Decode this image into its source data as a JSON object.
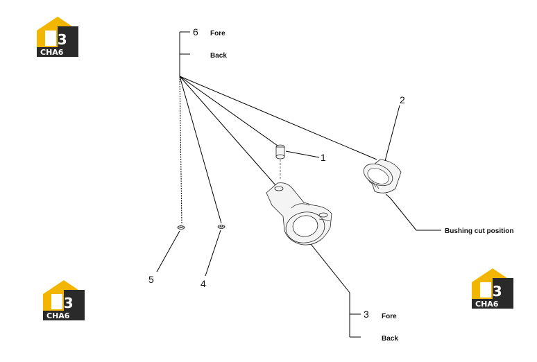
{
  "logos": [
    {
      "top_text": "H3",
      "bottom_text": "CHA6",
      "accent_color": "#f2b600",
      "dark_color": "#2a2a2a"
    },
    {
      "top_text": "H3",
      "bottom_text": "CHA6",
      "accent_color": "#f2b600",
      "dark_color": "#2a2a2a"
    },
    {
      "top_text": "H3",
      "bottom_text": "CHA6",
      "accent_color": "#f2b600",
      "dark_color": "#2a2a2a"
    }
  ],
  "callouts": {
    "c1": "1",
    "c2": "2",
    "c3": "3",
    "c4": "4",
    "c5": "5",
    "c6": "6"
  },
  "notes": {
    "fore_top": "Fore",
    "back_top": "Back",
    "fore_bottom": "Fore",
    "back_bottom": "Back",
    "bushing_cut": "Bushing cut  position"
  },
  "parts": {
    "pin": "pin-icon",
    "bushing": "bushing-icon",
    "connecting_rod": "connecting-rod-icon",
    "grease_nipple_a": "grease-nipple-icon",
    "grease_nipple_b": "grease-nipple-icon"
  }
}
